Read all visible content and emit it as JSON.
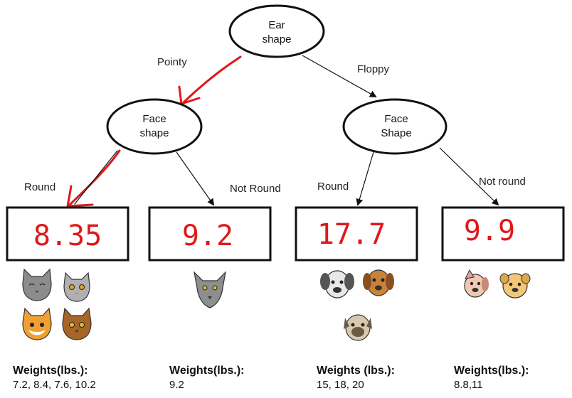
{
  "root": {
    "line1": "Ear",
    "line2": "shape"
  },
  "left_node": {
    "line1": "Face",
    "line2": "shape"
  },
  "right_node": {
    "line1": "Face",
    "line2": "Shape"
  },
  "edges": {
    "pointy": "Pointy",
    "floppy": "Floppy",
    "round_left": "Round",
    "not_round_left": "Not Round",
    "round_right": "Round",
    "not_round_right": "Not round"
  },
  "leaves": [
    {
      "value": "8.35",
      "weights_title": "Weights(lbs.):",
      "weights": "7.2, 8.4, 7.6, 10.2",
      "animals": [
        "cat-icon",
        "cat-icon",
        "cat-icon",
        "cat-icon"
      ]
    },
    {
      "value": "9.2",
      "weights_title": "Weights(lbs.):",
      "weights": "9.2",
      "animals": [
        "cat-icon"
      ]
    },
    {
      "value": "17.7",
      "weights_title": "Weights (lbs.):",
      "weights": "15,  18, 20",
      "animals": [
        "dog-icon",
        "dog-icon",
        "dog-icon"
      ]
    },
    {
      "value": "9.9",
      "weights_title": "Weights(lbs.):",
      "weights": "8.8,11",
      "animals": [
        "dog-icon",
        "dog-icon"
      ]
    }
  ],
  "colors": {
    "highlight": "#e01818",
    "line": "#111111"
  }
}
